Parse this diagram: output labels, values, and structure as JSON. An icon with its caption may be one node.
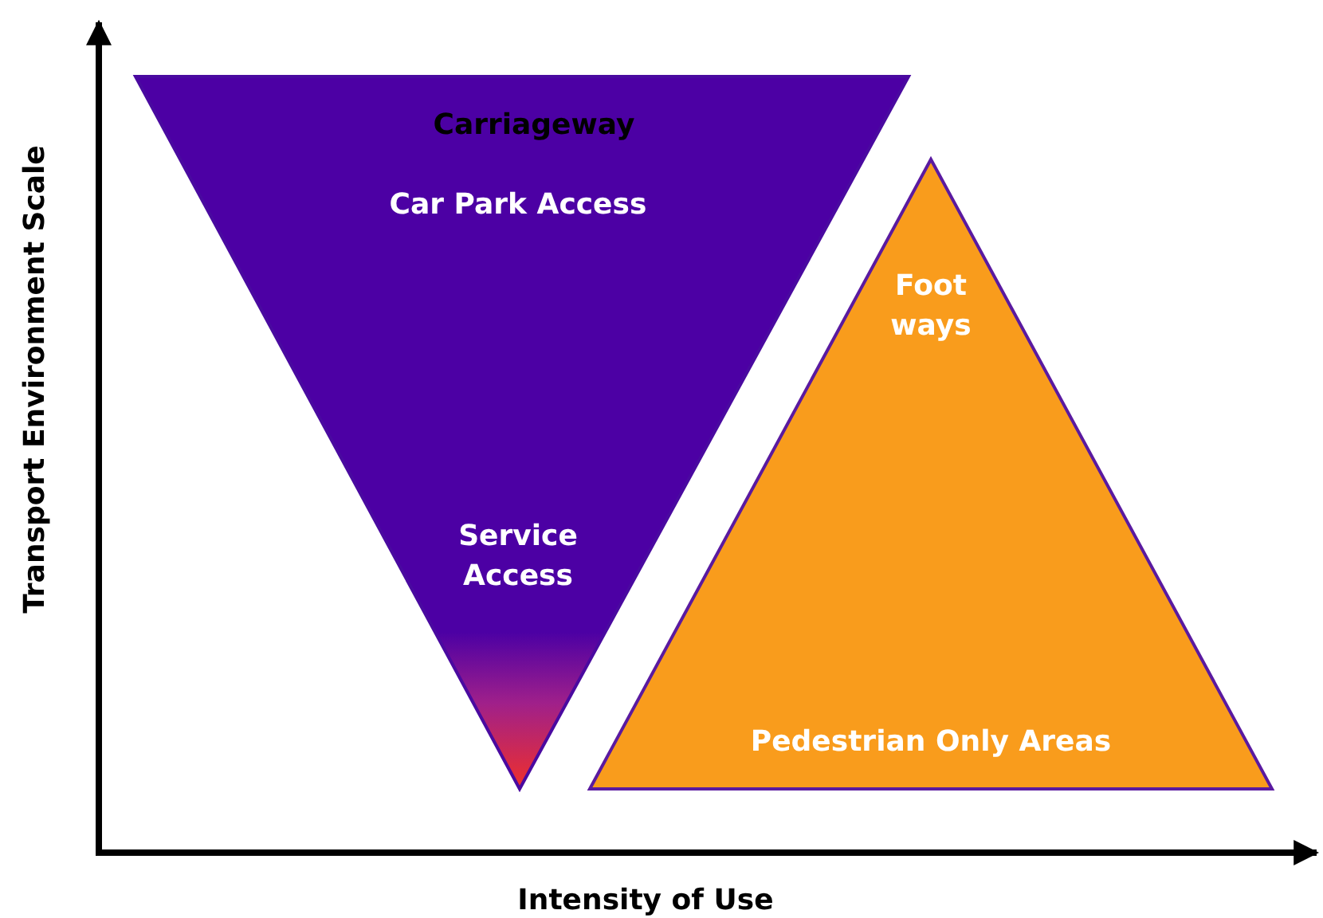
{
  "diagram": {
    "nodes": [
      {
        "text": [
          "Carriageway",
          "Car Park Access",
          "Service Access"
        ]
      },
      {
        "text": [
          "Foot ways",
          "Pedestrian Only Areas"
        ]
      }
    ],
    "labels": [
      "Transport Environment Scale",
      "Intensity of Use"
    ]
  }
}
